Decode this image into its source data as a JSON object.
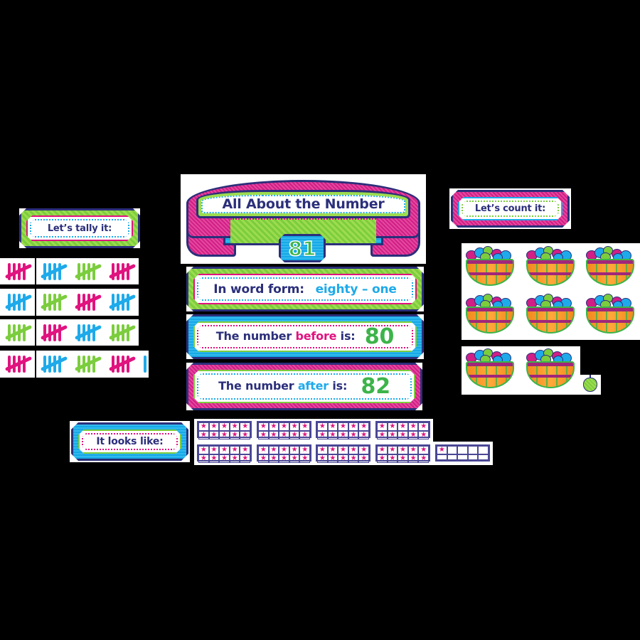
{
  "colors": {
    "navy": "#2b2f7a",
    "pink": "#e0137f",
    "blue": "#1eaaea",
    "green": "#7ccd3e",
    "number_green": "#3cb449",
    "orange": "#f28a1e",
    "background": "#000000"
  },
  "banner": {
    "title": "All About the Number",
    "number": "81"
  },
  "word_form": {
    "label": "In word form:",
    "value": "eighty – one"
  },
  "before": {
    "label_prefix": "The number ",
    "label_emph": "before",
    "label_suffix": " is:",
    "value": "80"
  },
  "after": {
    "label_prefix": "The number ",
    "label_emph": "after",
    "label_suffix": " is:",
    "value": "82"
  },
  "tally": {
    "header": "Let’s tally it:",
    "rows": [
      {
        "groups": [
          "pink",
          "blue",
          "green",
          "pink"
        ],
        "singles": []
      },
      {
        "groups": [
          "blue",
          "green",
          "pink",
          "blue"
        ],
        "singles": []
      },
      {
        "groups": [
          "green",
          "pink",
          "blue",
          "green"
        ],
        "singles": []
      },
      {
        "groups": [
          "pink",
          "blue",
          "green",
          "pink"
        ],
        "singles": [
          "blue"
        ]
      }
    ],
    "icon": "tally-marks-icon"
  },
  "count": {
    "header": "Let’s count it:",
    "baskets": 8,
    "apples": 1,
    "basket_icon": "apple-basket-icon",
    "apple_icon": "apple-icon"
  },
  "looks_like": {
    "header": "It looks like:",
    "ten_frames": [
      10,
      10,
      10,
      10,
      10,
      10,
      10,
      10,
      1
    ],
    "star_glyph": "★"
  }
}
